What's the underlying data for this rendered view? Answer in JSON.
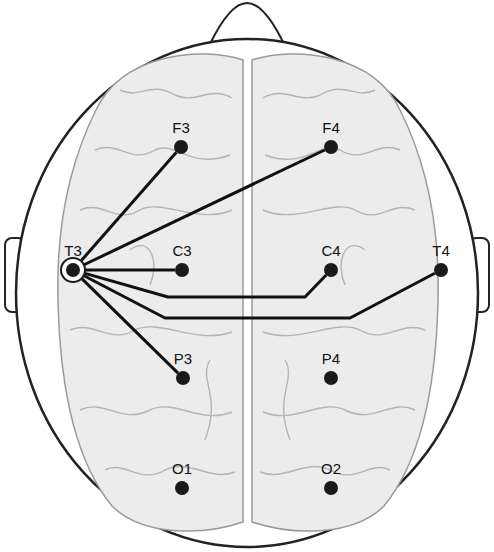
{
  "diagram": {
    "nodes": [
      {
        "text": [
          "F3"
        ]
      },
      {
        "text": [
          "F4"
        ]
      },
      {
        "text": [
          "T3"
        ]
      },
      {
        "text": [
          "C3"
        ]
      },
      {
        "text": [
          "C4"
        ]
      },
      {
        "text": [
          "T4"
        ]
      },
      {
        "text": [
          "P3"
        ]
      },
      {
        "text": [
          "P4"
        ]
      },
      {
        "text": [
          "O1"
        ]
      },
      {
        "text": [
          "O2"
        ]
      }
    ],
    "edges": [
      {
        "from": 2,
        "to": 0,
        "arrow": "none"
      },
      {
        "from": 2,
        "to": 1,
        "arrow": "none"
      },
      {
        "from": 2,
        "to": 3,
        "arrow": "none"
      },
      {
        "from": 2,
        "to": 4,
        "arrow": "none"
      },
      {
        "from": 2,
        "to": 5,
        "arrow": "none"
      },
      {
        "from": 2,
        "to": 6,
        "arrow": "none"
      }
    ]
  }
}
